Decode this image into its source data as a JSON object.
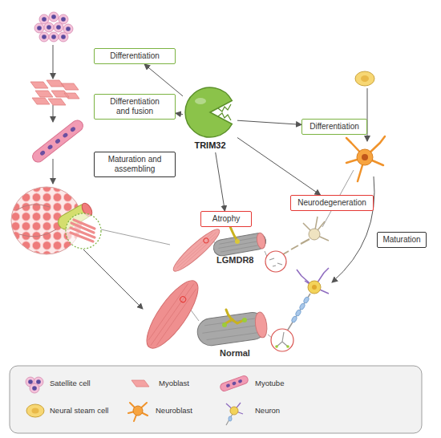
{
  "diagram": {
    "nodes": [
      {
        "text": [
          "Differentiation"
        ]
      },
      {
        "text": [
          "Differentiation and fusion"
        ]
      },
      {
        "text": [
          "TRIM32"
        ]
      },
      {
        "text": [
          "Differentiation"
        ]
      },
      {
        "text": [
          "Maturation and assembling"
        ]
      },
      {
        "text": [
          "Neurodegeneration"
        ]
      },
      {
        "text": [
          "Atrophy"
        ]
      },
      {
        "text": [
          "Maturation"
        ]
      }
    ],
    "edges": [
      {
        "from": 2,
        "to": 0,
        "arrow": "to"
      },
      {
        "from": 2,
        "to": 1,
        "arrow": "to"
      },
      {
        "from": 2,
        "to": 3,
        "arrow": "to"
      },
      {
        "from": 2,
        "to": 5,
        "arrow": "to"
      },
      {
        "from": 2,
        "to": 6,
        "arrow": "to"
      }
    ],
    "labels": [
      "LGMDR8",
      "Normal"
    ],
    "legend": [
      {
        "text": "Satellite cell"
      },
      {
        "text": "Myoblast"
      },
      {
        "text": "Myotube"
      },
      {
        "text": "Neural steam cell"
      },
      {
        "text": "Neuroblast"
      },
      {
        "text": "Neuron"
      }
    ]
  }
}
